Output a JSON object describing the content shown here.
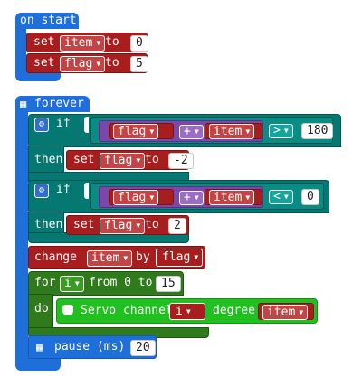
{
  "on_start": {
    "hat_label": "on start",
    "set1": {
      "set_kw": "set",
      "var": "item",
      "to_kw": "to",
      "value": "0"
    },
    "set2": {
      "set_kw": "set",
      "var": "flag",
      "to_kw": "to",
      "value": "5"
    }
  },
  "forever": {
    "hat_label": "forever",
    "if1": {
      "if_kw": "if",
      "left_var": "flag",
      "op_plus": "+",
      "right_var": "item",
      "compare_op": ">",
      "compare_value": "180",
      "then_kw": "then",
      "set_kw": "set",
      "set_var": "flag",
      "to_kw": "to",
      "set_value": "-2"
    },
    "if2": {
      "if_kw": "if",
      "left_var": "flag",
      "op_plus": "+",
      "right_var": "item",
      "compare_op": "<",
      "compare_value": "0",
      "then_kw": "then",
      "set_kw": "set",
      "set_var": "flag",
      "to_kw": "to",
      "set_value": "2"
    },
    "change": {
      "change_kw": "change",
      "var": "item",
      "by_kw": "by",
      "value_var": "flag"
    },
    "for_loop": {
      "for_kw": "for",
      "var": "i",
      "from_kw": "from 0 to",
      "to_value": "15",
      "do_kw": "do",
      "servo": {
        "label": "Servo channel",
        "channel_var": "i",
        "degree_kw": "degree",
        "degree_var": "item"
      }
    },
    "pause": {
      "label": "pause (ms)",
      "value": "20"
    }
  },
  "colors": {
    "event_blue": "#1e6fd9",
    "variables_red": "#a81d1d",
    "logic_teal": "#067872",
    "loops_green": "#2f7a1b",
    "servo_green": "#20c020",
    "math_purple": "#7a48a8"
  }
}
